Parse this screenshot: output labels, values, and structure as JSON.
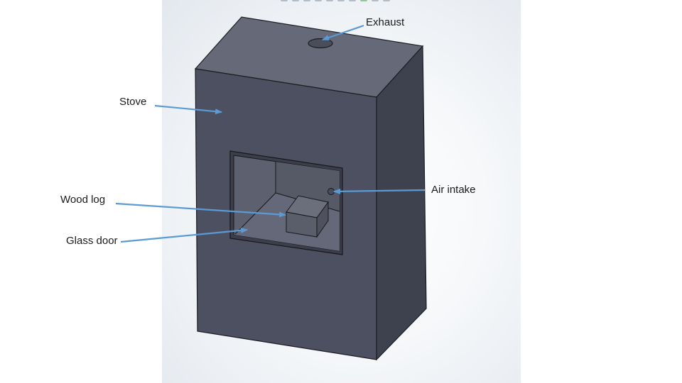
{
  "labels": {
    "exhaust": "Exhaust",
    "stove": "Stove",
    "air_intake": "Air intake",
    "wood_log": "Wood log",
    "glass_door": "Glass door"
  },
  "colors": {
    "stove_front": "#4d5060",
    "stove_top": "#666a78",
    "stove_side": "#3e414e",
    "firebox": "#5d606e",
    "arrow": "#5b9bd5"
  }
}
